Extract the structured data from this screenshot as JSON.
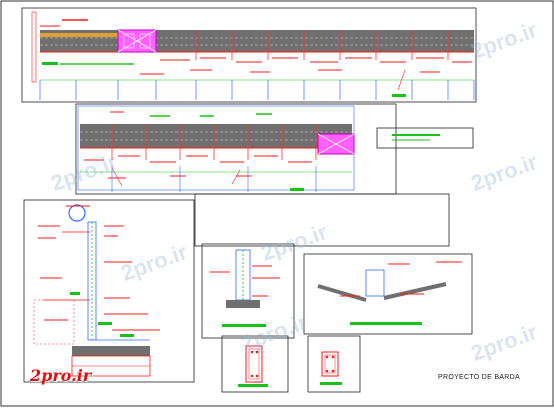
{
  "drawing": {
    "title": "PROYECTO DE BARDA"
  },
  "branding": {
    "logo_text": "2pro.ir",
    "watermark_text": "2pro.ir"
  },
  "colors": {
    "frame": "#222222",
    "wall_band": "#6f6f6f",
    "annotation_red": "#ff1a1a",
    "annotation_green": "#19c219",
    "gridline_blue": "#2d6cff",
    "highlight_magenta": "#e020e0",
    "logo_red": "#e01010"
  }
}
